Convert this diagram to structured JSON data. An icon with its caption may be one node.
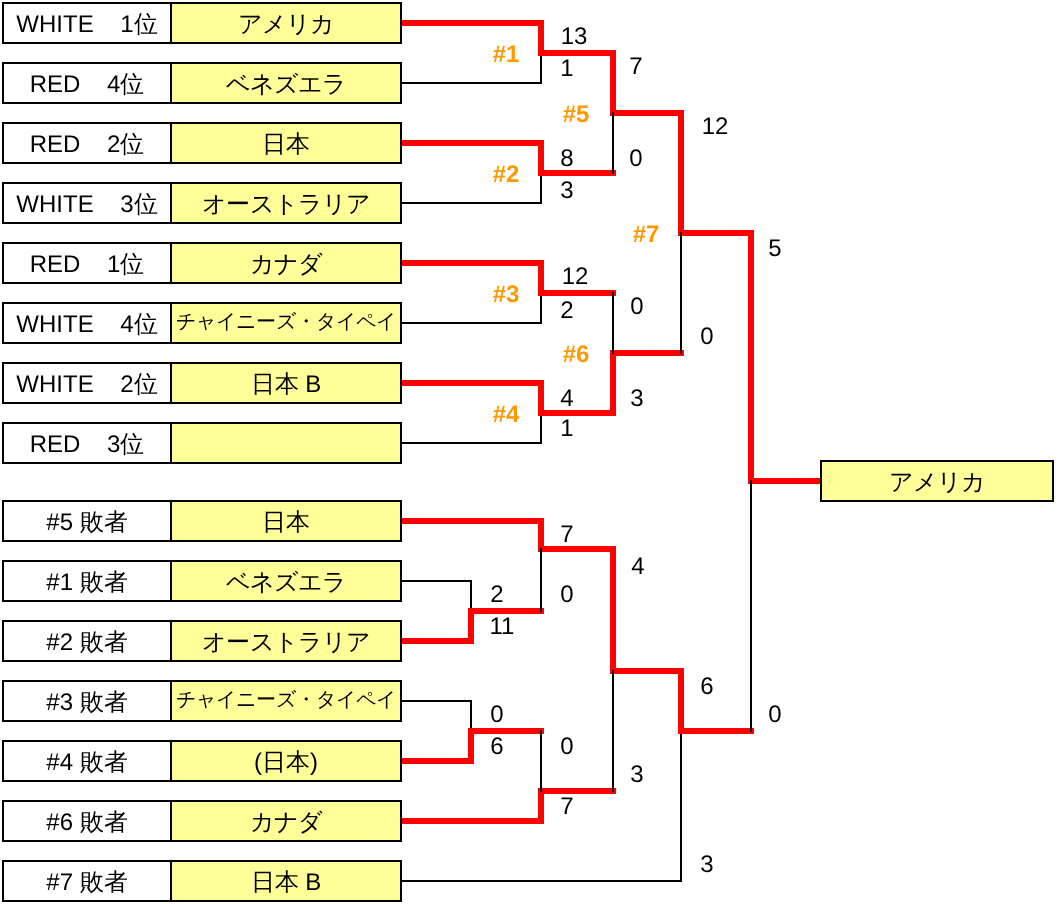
{
  "diagram": {
    "nodes": [
      {
        "text": [
          "WHITE 1位",
          "アメリカ"
        ]
      },
      {
        "text": [
          "RED 4位",
          "ベネズエラ"
        ]
      },
      {
        "text": [
          "RED 2位",
          "日本"
        ]
      },
      {
        "text": [
          "WHITE 3位",
          "オーストラリア"
        ]
      },
      {
        "text": [
          "RED 1位",
          "カナダ"
        ]
      },
      {
        "text": [
          "WHITE 4位",
          "チャイニーズ・タイペイ"
        ]
      },
      {
        "text": [
          "WHITE 2位",
          "日本 B"
        ]
      },
      {
        "text": [
          "RED 3位"
        ]
      },
      {
        "text": [
          "アメリカ"
        ]
      },
      {
        "text": [
          "#5 敗者",
          "日本"
        ]
      },
      {
        "text": [
          "#1 敗者",
          "ベネズエラ"
        ]
      },
      {
        "text": [
          "#2 敗者",
          "オーストラリア"
        ]
      },
      {
        "text": [
          "#3 敗者",
          "チャイニーズ・タイペイ"
        ]
      },
      {
        "text": [
          "#4 敗者",
          "(日本)"
        ]
      },
      {
        "text": [
          "#6 敗者",
          "カナダ"
        ]
      },
      {
        "text": [
          "#7 敗者",
          "日本 B"
        ]
      }
    ],
    "edges": [
      {
        "from": 0,
        "to": 8,
        "arrow": "none"
      },
      {
        "from": 1,
        "to": null,
        "arrow": "none",
        "color": "#000000"
      },
      {
        "from": 2,
        "to": null,
        "arrow": "none"
      },
      {
        "from": 3,
        "to": null,
        "arrow": "none",
        "color": "#000000"
      },
      {
        "from": 4,
        "to": null,
        "arrow": "none"
      },
      {
        "from": 5,
        "to": null,
        "arrow": "none",
        "color": "#000000"
      },
      {
        "from": 6,
        "to": null,
        "arrow": "none"
      },
      {
        "from": 7,
        "to": null,
        "arrow": "none",
        "color": "#000000"
      },
      {
        "from": 9,
        "to": null,
        "arrow": "none"
      },
      {
        "from": 10,
        "to": null,
        "arrow": "none",
        "color": "#000000"
      },
      {
        "from": 11,
        "to": null,
        "arrow": "none"
      },
      {
        "from": 12,
        "to": null,
        "arrow": "none",
        "color": "#000000"
      },
      {
        "from": 13,
        "to": null,
        "arrow": "none"
      },
      {
        "from": 14,
        "to": null,
        "arrow": "none"
      },
      {
        "from": 15,
        "to": null,
        "arrow": "none",
        "color": "#000000"
      }
    ],
    "labels": [
      "13",
      "#1",
      "7",
      "1",
      "#5",
      "12",
      "8",
      "0",
      "#2",
      "3",
      "#7",
      "5",
      "12",
      "#3",
      "0",
      "2",
      "0",
      "#6",
      "4",
      "3",
      "#4",
      "1",
      "7",
      "4",
      "2",
      "0",
      "11",
      "6",
      "0",
      "0",
      "6",
      "0",
      "3",
      "7",
      "3"
    ]
  }
}
